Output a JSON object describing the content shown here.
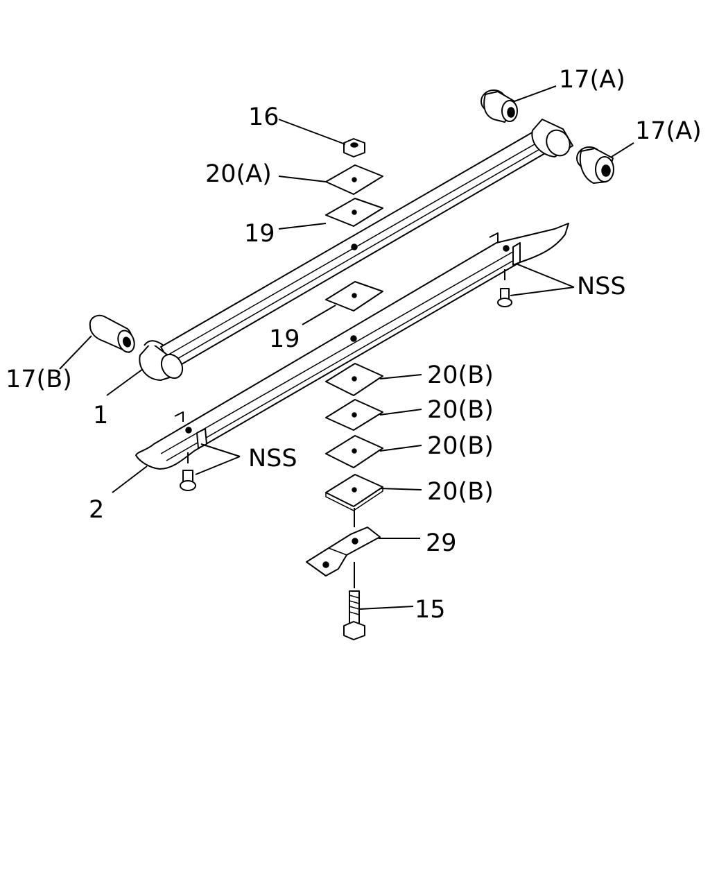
{
  "callouts": {
    "c17a_top": "17(A)",
    "c17a_right": "17(A)",
    "c16": "16",
    "c20a": "20(A)",
    "c19_top": "19",
    "c19_mid": "19",
    "c17b": "17(B)",
    "c1": "1",
    "c2": "2",
    "nss_right": "NSS",
    "nss_left": "NSS",
    "c20b_1": "20(B)",
    "c20b_2": "20(B)",
    "c20b_3": "20(B)",
    "c20b_4": "20(B)",
    "c29": "29",
    "c15": "15"
  }
}
